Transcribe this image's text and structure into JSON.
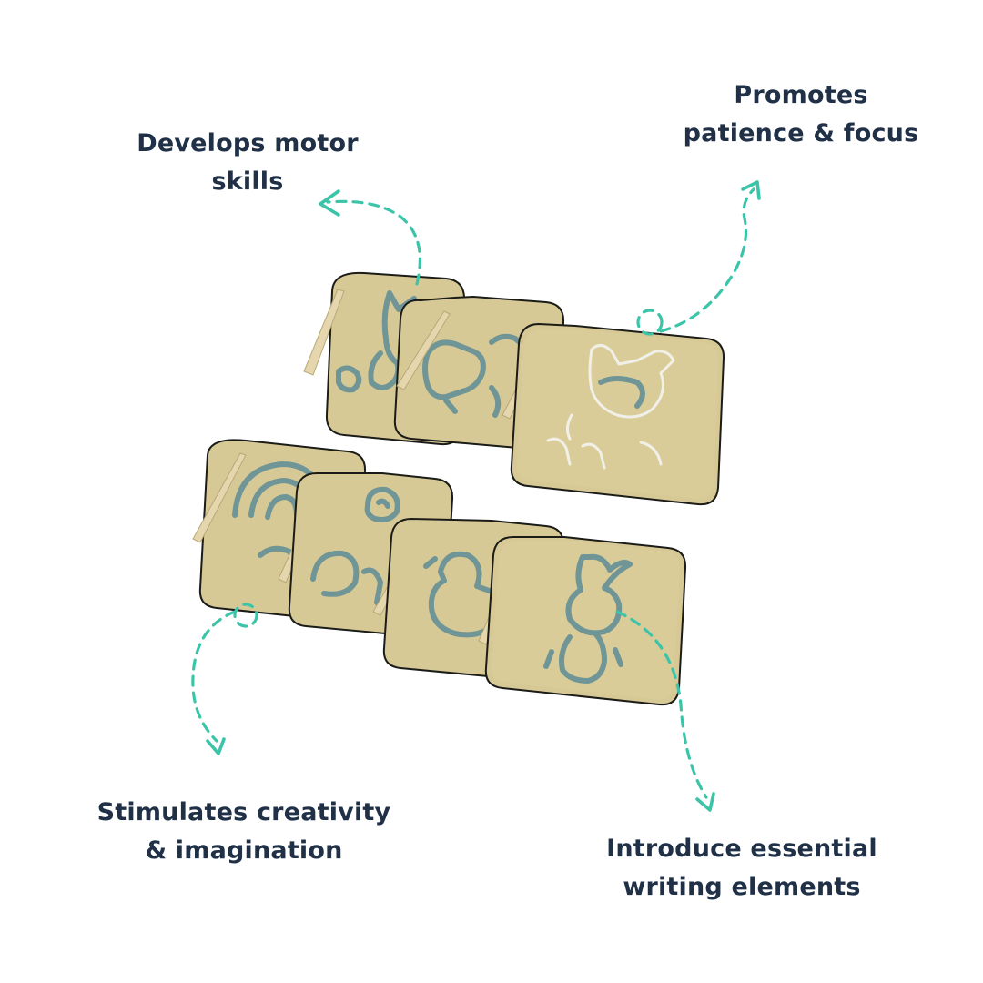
{
  "labels": {
    "motor": [
      "Develops motor",
      "skills"
    ],
    "patience": [
      "Promotes",
      "patience & focus"
    ],
    "creativity": [
      "Stimulates creativity",
      "& imagination"
    ],
    "writing": [
      "Introduce essential",
      "writing elements"
    ]
  },
  "colors": {
    "text": "#1f3047",
    "arrow": "#3cc4a9",
    "board": "#d7c995"
  },
  "icons": {
    "top_row": [
      "cat-stencil",
      "dog-stencil",
      "donkey-stencil"
    ],
    "bottom_row": [
      "rainbow-stencil",
      "snail-stencil",
      "duck-stencil",
      "bunny-stencil"
    ]
  }
}
